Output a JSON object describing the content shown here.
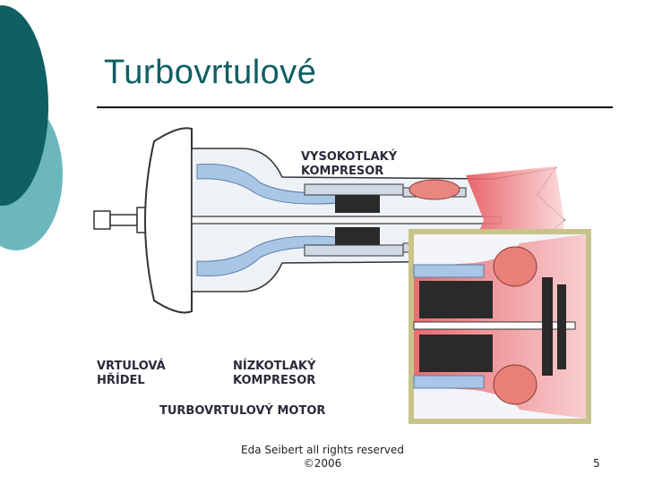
{
  "slide": {
    "title": "Turbovrtulové",
    "page_number": "5",
    "footer": {
      "line1": "Eda Seibert all rights reserved",
      "line2": "©2006"
    }
  },
  "diagram": {
    "labels": {
      "hp_compressor_1": "VYSOKOTLAKÝ",
      "hp_compressor_2": "KOMPRESOR",
      "propeller_shaft_1": "VRTULOVÁ",
      "propeller_shaft_2": "HŘÍDEL",
      "lp_compressor_1": "NÍZKOTLAKÝ",
      "lp_compressor_2": "KOMPRESOR",
      "caption": "TURBOVRTULOVÝ MOTOR"
    }
  },
  "colors": {
    "theme_dark_teal": "#0f5f63",
    "theme_light_teal": "#6cb7be",
    "airflow_blue": "#a9c6e6",
    "combustion_red": "#e8555a",
    "inset_frame": "#c8c38a"
  }
}
